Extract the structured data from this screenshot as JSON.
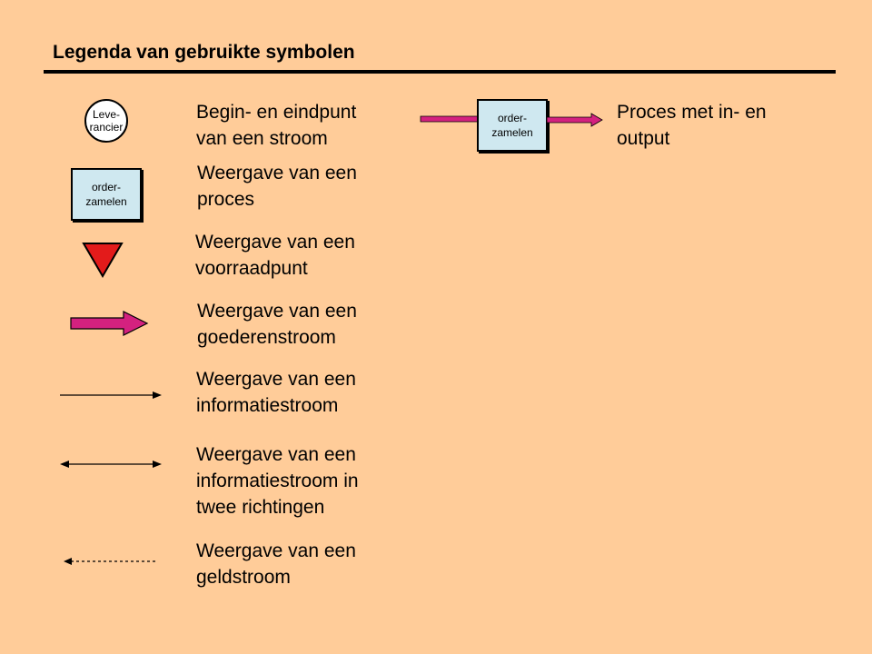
{
  "title": "Legenda van gebruikte symbolen",
  "colors": {
    "background": "#ffcc99",
    "process_fill": "#cfe8f0",
    "goods_flow": "#d4217f",
    "storage_point": "#e31b1b"
  },
  "legend": {
    "start_end": {
      "icon": "circle-terminal",
      "symbol_label": "Leve-\nrancier",
      "description": "Begin- en eindpunt\nvan een stroom"
    },
    "process": {
      "icon": "process-box",
      "symbol_label": "order-\nzamelen",
      "description": "Weergave van een\nproces"
    },
    "storage": {
      "icon": "down-triangle",
      "description": "Weergave van een\nvoorraadpunt"
    },
    "goods_flow": {
      "icon": "thick-arrow",
      "description": "Weergave van een\ngoederenstroom"
    },
    "info_flow": {
      "icon": "thin-arrow",
      "description": "Weergave van een\ninformatiestroom"
    },
    "info_flow_bidirectional": {
      "icon": "double-arrow",
      "description": "Weergave van een\ninformatiestroom in\ntwee richtingen"
    },
    "money_flow": {
      "icon": "dashed-arrow-left",
      "description": "Weergave van een\ngeldstroom"
    },
    "process_io": {
      "icon": "process-with-io-arrows",
      "symbol_label": "order-\nzamelen",
      "description": "Proces met in- en\noutput"
    }
  }
}
